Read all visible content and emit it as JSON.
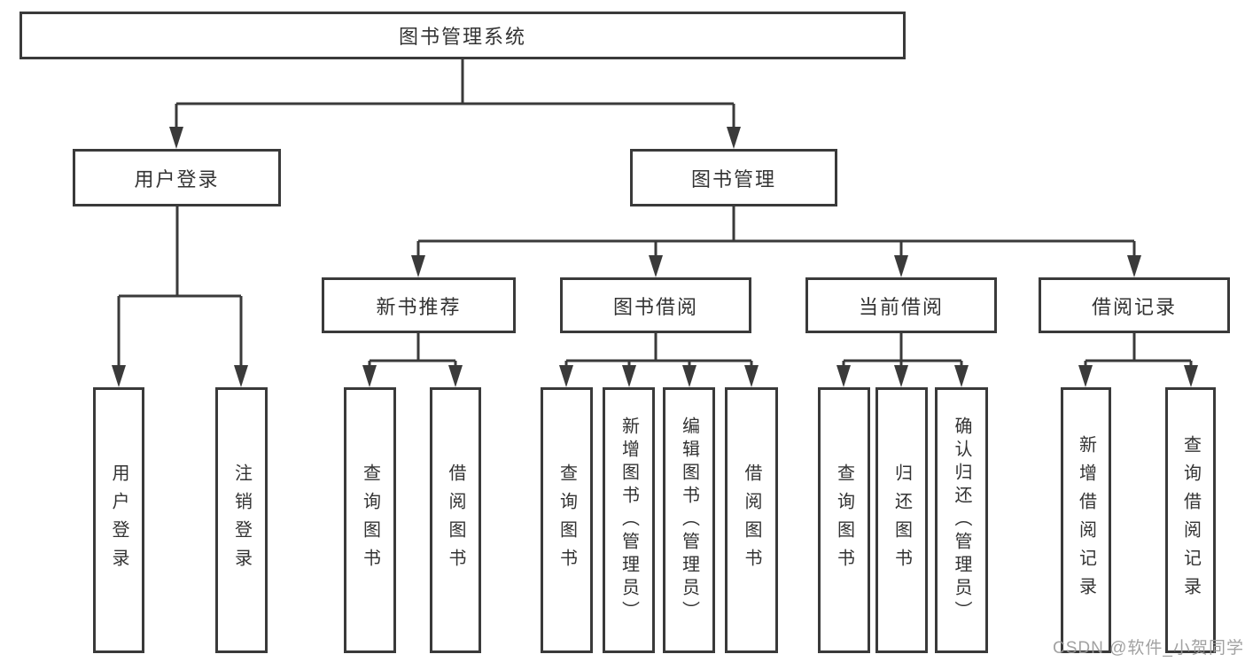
{
  "tree": {
    "root": {
      "label": "图书管理系统",
      "children": [
        {
          "label": "用户登录",
          "children": [
            {
              "label": "用户登录"
            },
            {
              "label": "注销登录"
            }
          ]
        },
        {
          "label": "图书管理",
          "children": [
            {
              "label": "新书推荐",
              "children": [
                {
                  "label": "查询图书"
                },
                {
                  "label": "借阅图书"
                }
              ]
            },
            {
              "label": "图书借阅",
              "children": [
                {
                  "label": "查询图书"
                },
                {
                  "label": "新增图书（管理员）"
                },
                {
                  "label": "编辑图书（管理员）"
                },
                {
                  "label": "借阅图书"
                }
              ]
            },
            {
              "label": "当前借阅",
              "children": [
                {
                  "label": "查询图书"
                },
                {
                  "label": "归还图书"
                },
                {
                  "label": "确认归还（管理员）"
                }
              ]
            },
            {
              "label": "借阅记录",
              "children": [
                {
                  "label": "新增借阅记录"
                },
                {
                  "label": "查询借阅记录"
                }
              ]
            }
          ]
        }
      ]
    }
  },
  "watermark": "CSDN @软件_小贺同学",
  "colors": {
    "line": "#3a3a3a",
    "text": "#333333",
    "background": "#ffffff",
    "watermark": "#9a9a9a"
  }
}
